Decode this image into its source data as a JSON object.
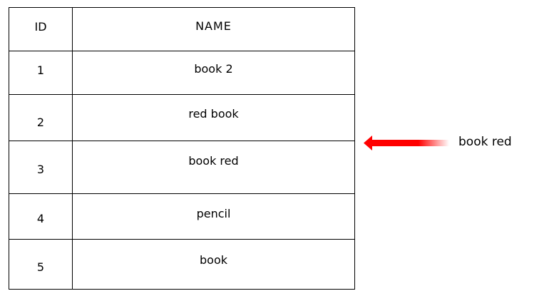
{
  "table": {
    "headers": {
      "id": "ID",
      "name": "NAME"
    },
    "rows": [
      {
        "id": "1",
        "name": "book 2"
      },
      {
        "id": "2",
        "name": "red book"
      },
      {
        "id": "3",
        "name": "book red"
      },
      {
        "id": "4",
        "name": "pencil"
      },
      {
        "id": "5",
        "name": "book"
      }
    ]
  },
  "annotation": {
    "label": "book red",
    "arrow_color": "#ff0000"
  }
}
